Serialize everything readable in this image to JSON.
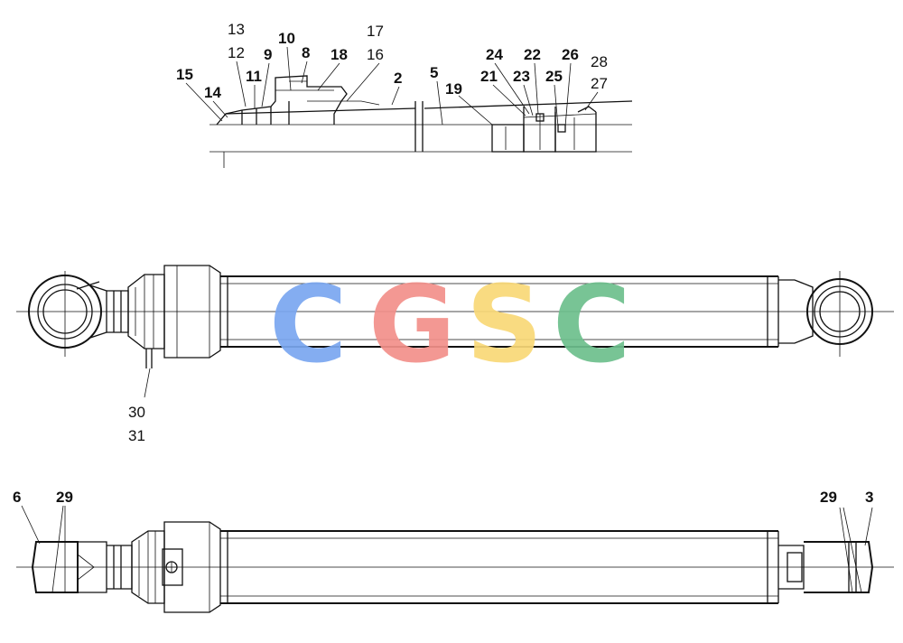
{
  "watermark": {
    "letters": [
      {
        "char": "C",
        "color": "#7aa7f0"
      },
      {
        "char": "G",
        "color": "#f3908a"
      },
      {
        "char": "S",
        "color": "#f9d877"
      },
      {
        "char": "C",
        "color": "#6dbf8d"
      }
    ]
  },
  "section_view": {
    "callouts": [
      "13",
      "12",
      "10",
      "9",
      "8",
      "11",
      "15",
      "14",
      "18",
      "17",
      "16",
      "2",
      "5",
      "19",
      "24",
      "22",
      "21",
      "23",
      "26",
      "25",
      "28",
      "27"
    ]
  },
  "side_view": {
    "callouts": [
      "30",
      "31"
    ]
  },
  "top_view": {
    "callouts": [
      "6",
      "29",
      "29",
      "3"
    ]
  }
}
